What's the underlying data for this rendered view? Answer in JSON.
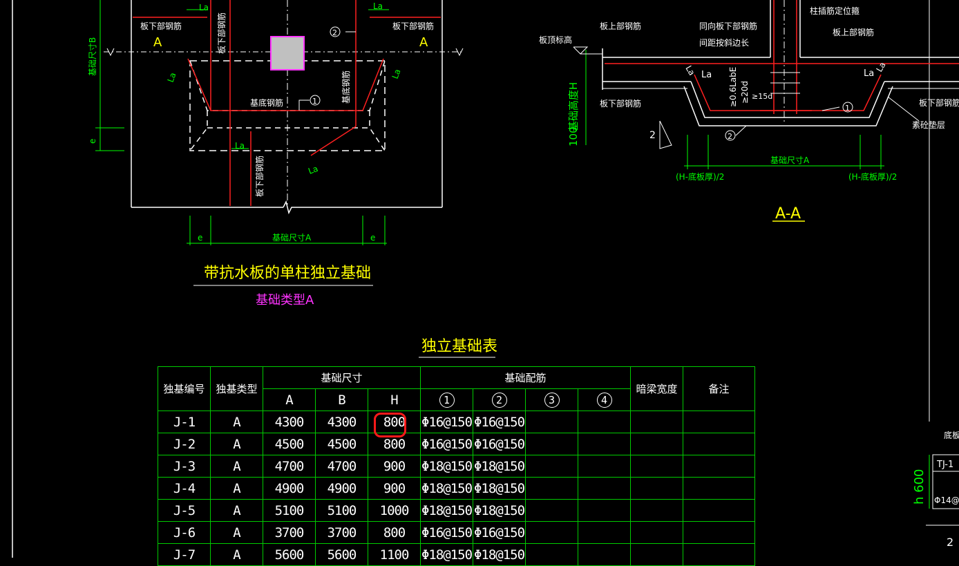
{
  "plan_view": {
    "dims": {
      "dim_b": "基础尺寸B",
      "dim_e_left": "e",
      "dim_a": "基础尺寸A",
      "dim_e1": "e",
      "dim_e2": "e"
    },
    "labels": {
      "la_top": "La",
      "la_top2": "La",
      "la_left_diag": "La",
      "la_right_diag": "La",
      "la_mid": "La",
      "la_bot_diag": "La",
      "board_bottom_rebar_left": "板下部钢筋",
      "board_bottom_rebar_right": "板下部钢筋",
      "board_bottom_rebar_vert": "板下部钢筋",
      "board_bottom_rebar_vert2": "板下部钢筋",
      "base_rebar": "基底钢筋",
      "base_rebar_vert": "基底钢筋",
      "sec_a_left": "A",
      "sec_a_right": "A",
      "mark1": "1",
      "mark2": "2"
    },
    "title": "带抗水板的单柱独立基础",
    "subtitle": "基础类型A"
  },
  "section_view": {
    "labels": {
      "board_top_elev": "板顶标高",
      "board_top_rebar": "板上部钢筋",
      "board_top_rebar2": "板上部钢筋",
      "same_dir_bottom": "同向板下部钢筋",
      "spacing_note": "间距按斜边长",
      "col_pos_rebar": "柱插筋定位箍",
      "board_bottom_rebar_l": "板下部钢筋",
      "board_bottom_rebar_r": "板下部钢筋",
      "cushion": "素砼垫层",
      "height": "基础高度H",
      "h100": "100",
      "la1": "La",
      "la2": "La",
      "la3": "La",
      "la4": "La",
      "la0e": "≥0.6LabE",
      "d20": "≥20d",
      "d15": "≥15d",
      "dim_a": "基础尺寸A",
      "half_left": "(H-底板厚)/2",
      "half_right": "(H-底板厚)/2",
      "mark1": "1",
      "mark2": "2",
      "num2": "2",
      "section": "A-A"
    }
  },
  "table": {
    "title": "独立基础表",
    "headers": {
      "id": "独基编号",
      "type": "独基类型",
      "size": "基础尺寸",
      "rebar": "基础配筋",
      "beam_width": "暗梁宽度",
      "remark": "备注",
      "a": "A",
      "b": "B",
      "h": "H",
      "r1": "1",
      "r2": "2",
      "r3": "3",
      "r4": "4"
    },
    "rows": [
      {
        "id": "J-1",
        "type": "A",
        "a": "4300",
        "b": "4300",
        "h": "800",
        "r1": "Φ16@150",
        "r2": "Φ16@150"
      },
      {
        "id": "J-2",
        "type": "A",
        "a": "4500",
        "b": "4500",
        "h": "800",
        "r1": "Φ16@150",
        "r2": "Φ16@150"
      },
      {
        "id": "J-3",
        "type": "A",
        "a": "4700",
        "b": "4700",
        "h": "900",
        "r1": "Φ18@150",
        "r2": "Φ18@150"
      },
      {
        "id": "J-4",
        "type": "A",
        "a": "4900",
        "b": "4900",
        "h": "900",
        "r1": "Φ18@150",
        "r2": "Φ18@150"
      },
      {
        "id": "J-5",
        "type": "A",
        "a": "5100",
        "b": "5100",
        "h": "1000",
        "r1": "Φ18@150",
        "r2": "Φ18@150"
      },
      {
        "id": "J-6",
        "type": "A",
        "a": "3700",
        "b": "3700",
        "h": "800",
        "r1": "Φ16@150",
        "r2": "Φ16@150"
      },
      {
        "id": "J-7",
        "type": "A",
        "a": "5600",
        "b": "5600",
        "h": "1100",
        "r1": "Φ18@150",
        "r2": "Φ18@150"
      }
    ]
  },
  "right_fragment": {
    "label_top": "底板",
    "tj": "TJ-1",
    "h600": "h 600",
    "rebar": "Φ14@",
    "num2": "2"
  }
}
